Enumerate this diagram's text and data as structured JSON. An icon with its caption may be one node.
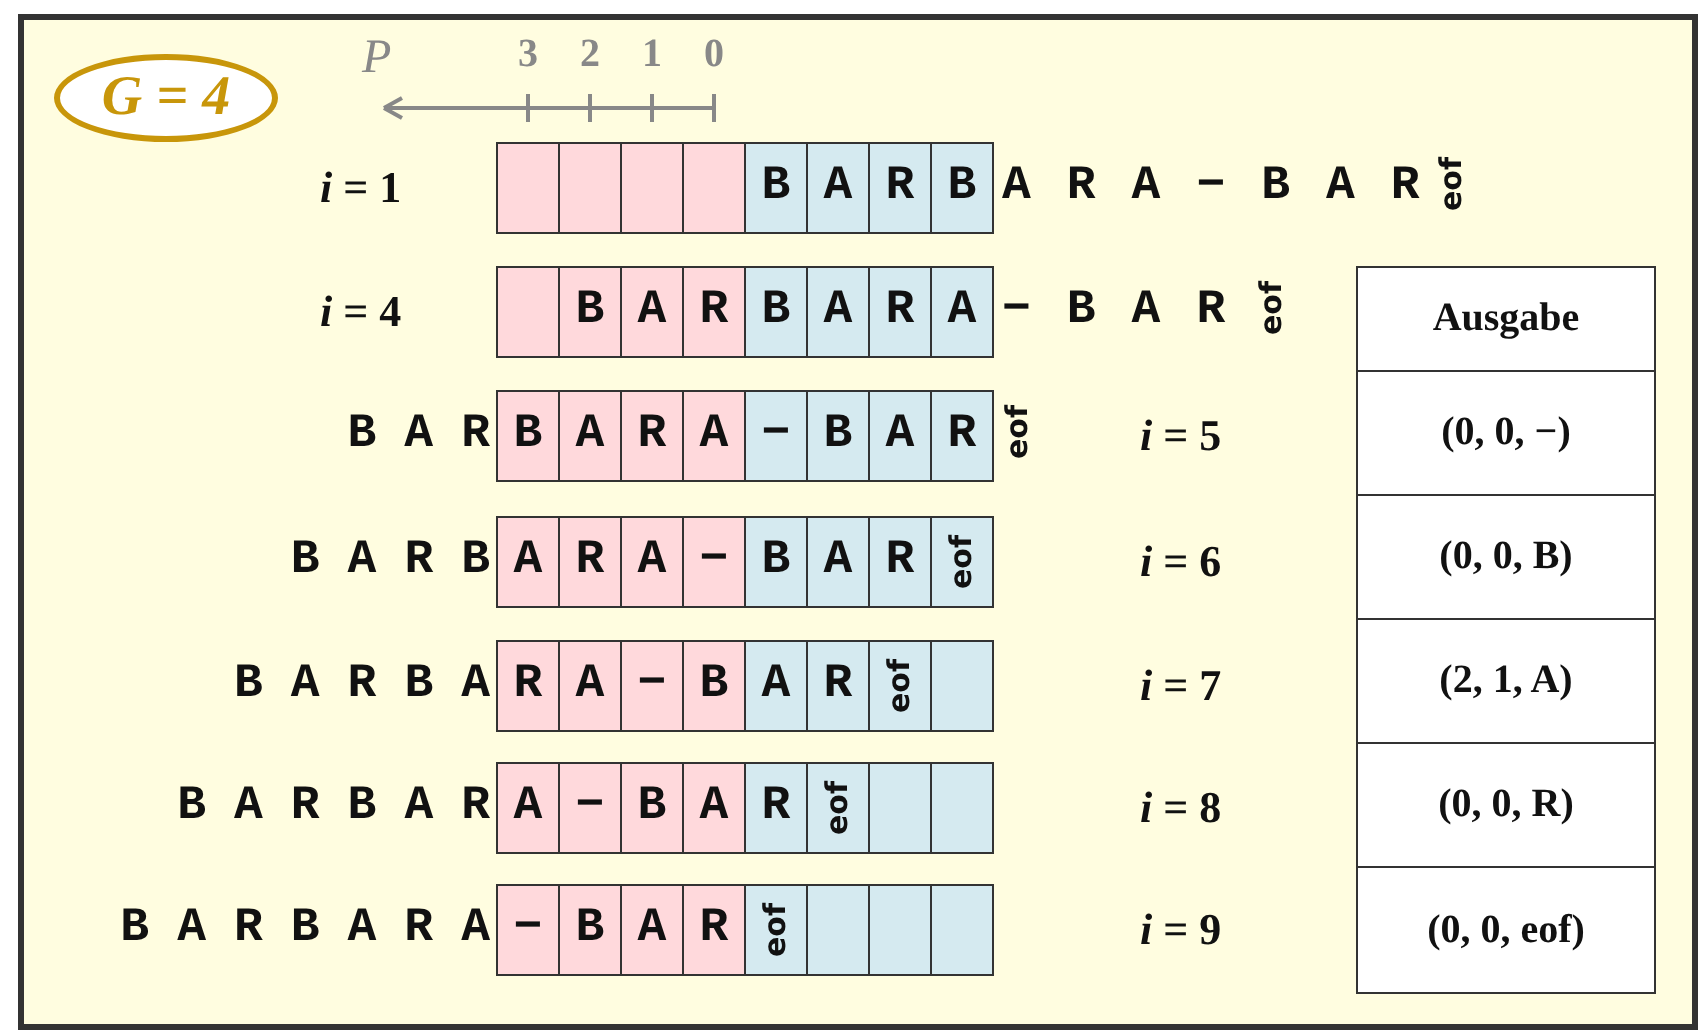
{
  "diagram": {
    "nodes": [
      {
        "text": [
          "G = 4"
        ]
      },
      {
        "text": [],
        "shape": "box"
      },
      {
        "text": [],
        "shape": "box"
      },
      {
        "text": [],
        "shape": "box"
      },
      {
        "text": [],
        "shape": "box"
      },
      {
        "text": [
          "B"
        ]
      },
      {
        "text": [
          "A"
        ]
      },
      {
        "text": [
          "R"
        ]
      },
      {
        "text": [
          "B"
        ]
      },
      {
        "text": [],
        "shape": "box"
      },
      {
        "text": [
          "B"
        ]
      },
      {
        "text": [
          "A"
        ]
      },
      {
        "text": [
          "R"
        ]
      },
      {
        "text": [
          "B"
        ]
      },
      {
        "text": [
          "A"
        ]
      },
      {
        "text": [
          "R"
        ]
      },
      {
        "text": [
          "A"
        ]
      },
      {
        "text": [
          "B"
        ]
      },
      {
        "text": [
          "A"
        ]
      },
      {
        "text": [
          "R"
        ]
      },
      {
        "text": [
          "A"
        ]
      },
      {
        "text": [
          "−"
        ]
      },
      {
        "text": [
          "B"
        ]
      },
      {
        "text": [
          "A"
        ]
      },
      {
        "text": [
          "R"
        ]
      },
      {
        "text": [
          "A"
        ]
      },
      {
        "text": [
          "R"
        ]
      },
      {
        "text": [
          "A"
        ]
      },
      {
        "text": [
          "−"
        ]
      },
      {
        "text": [
          "B"
        ]
      },
      {
        "text": [
          "A"
        ]
      },
      {
        "text": [
          "R"
        ]
      },
      {
        "text": [
          "eof"
        ]
      },
      {
        "text": [
          "R"
        ]
      },
      {
        "text": [
          "A"
        ]
      },
      {
        "text": [
          "−"
        ]
      },
      {
        "text": [
          "B"
        ]
      },
      {
        "text": [
          "A"
        ]
      },
      {
        "text": [
          "R"
        ]
      },
      {
        "text": [
          "eof"
        ]
      },
      {
        "text": [],
        "shape": "box"
      },
      {
        "text": [
          "A"
        ]
      },
      {
        "text": [
          "−"
        ]
      },
      {
        "text": [
          "B"
        ]
      },
      {
        "text": [
          "A"
        ]
      },
      {
        "text": [
          "R"
        ]
      },
      {
        "text": [
          "eof"
        ]
      },
      {
        "text": [],
        "shape": "box"
      },
      {
        "text": [],
        "shape": "box"
      },
      {
        "text": [
          "−"
        ]
      },
      {
        "text": [
          "B"
        ]
      },
      {
        "text": [
          "A"
        ]
      },
      {
        "text": [
          "R"
        ]
      },
      {
        "text": [
          "eof"
        ]
      },
      {
        "text": [],
        "shape": "box"
      },
      {
        "text": [],
        "shape": "box"
      },
      {
        "text": [],
        "shape": "box"
      }
    ],
    "labels": [
      "*P*",
      "3",
      "2",
      "1",
      "0",
      "*i* = 1",
      "ARA−BAR",
      "eof",
      "*i* = 4",
      "−BAR",
      "eof",
      "Ausgabe",
      "BAR",
      "eof",
      "*i* = 5",
      "(0, 0, −)",
      "BARB",
      "*i* = 6",
      "(0, 0, B)",
      "BARBA",
      "*i* = 7",
      "(2, 1, A)",
      "BARBAR",
      "*i* = 8",
      "(0, 0, R)",
      "BARBARA",
      "*i* = 9",
      "(0, 0, eof)"
    ]
  }
}
